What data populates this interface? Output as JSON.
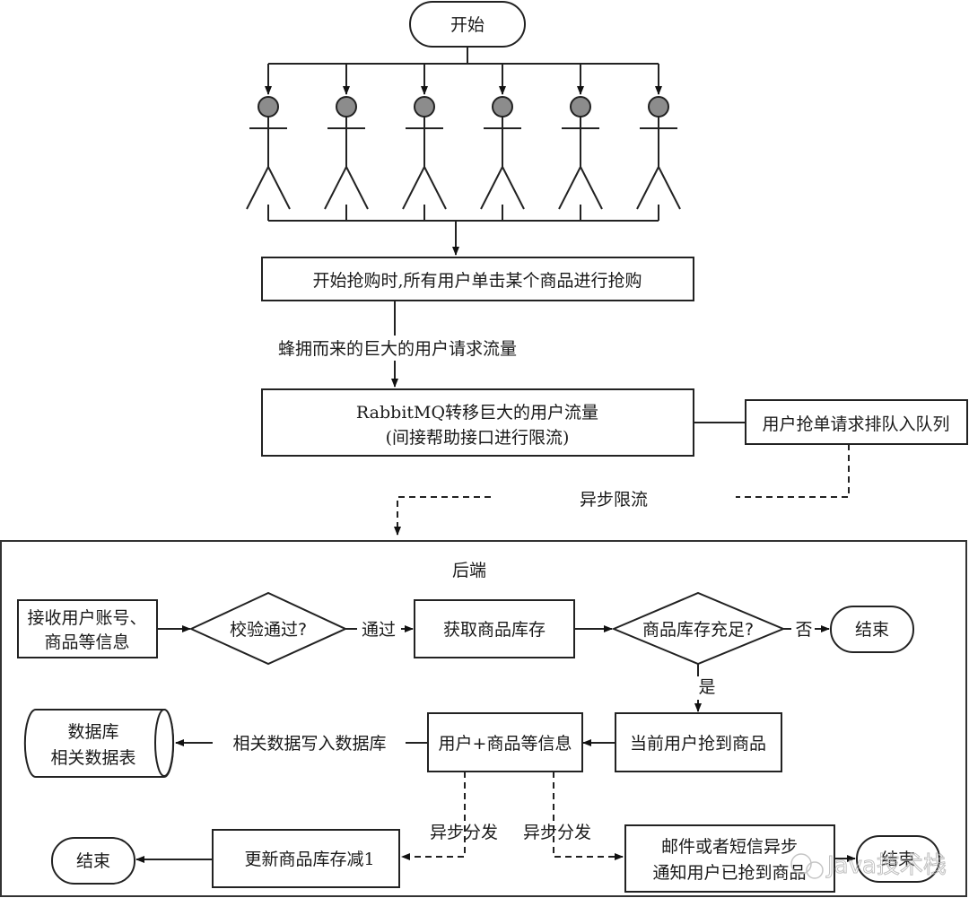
{
  "title": "RabbitMQ 抢购限流流程图",
  "top": {
    "start": "开始",
    "user_count": 6,
    "click_step": "开始抢购时,所有用户单击某个商品进行抢购",
    "traffic_label": "蜂拥而来的巨大的用户请求流量",
    "rabbitmq_line1": "RabbitMQ转移巨大的用户流量",
    "rabbitmq_line2": "(间接帮助接口进行限流)",
    "queue_box": "用户抢单请求排队入队列",
    "async_limit_label": "异步限流"
  },
  "backend": {
    "title": "后端",
    "receive_line1": "接收用户账号、",
    "receive_line2": "商品等信息",
    "validate": "校验通过?",
    "pass_label": "通过",
    "get_stock": "获取商品库存",
    "stock_enough": "商品库存充足?",
    "no_label": "否",
    "yes_label": "是",
    "end1": "结束",
    "got_item": "当前用户抢到商品",
    "user_info": "用户+商品等信息",
    "write_db_label": "相关数据写入数据库",
    "db_line1": "数据库",
    "db_line2": "相关数据表",
    "async_dispatch_left": "异步分发",
    "async_dispatch_right": "异步分发",
    "update_stock": "更新商品库存减1",
    "end2": "结束",
    "notify_line1": "邮件或者短信异步",
    "notify_line2": "通知用户已抢到商品",
    "end3": "结束"
  },
  "watermark": "Java技术栈"
}
